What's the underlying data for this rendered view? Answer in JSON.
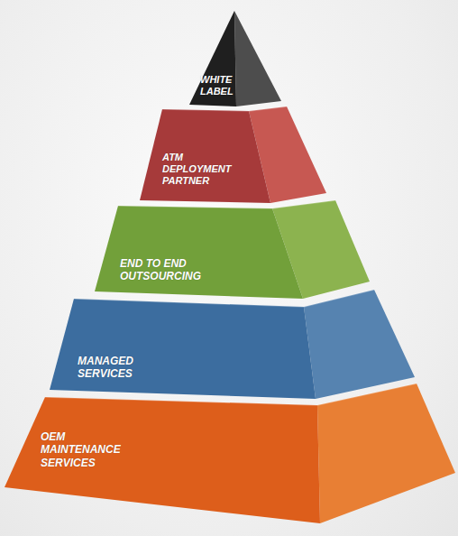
{
  "diagram": {
    "nodes": [
      {
        "text": [
          "WHITE LABEL"
        ]
      },
      {
        "text": [
          "ATM DEPLOYMENT PARTNER"
        ]
      },
      {
        "text": [
          "END TO END OUTSOURCING"
        ]
      },
      {
        "text": [
          "MANAGED SERVICES"
        ]
      },
      {
        "text": [
          "OEM MAINTENANCE SERVICES"
        ]
      }
    ]
  }
}
